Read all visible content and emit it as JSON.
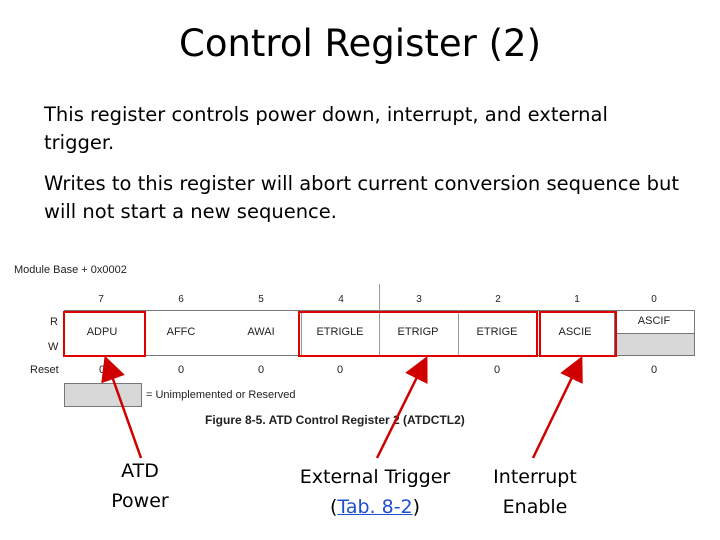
{
  "title": "Control Register (2)",
  "bullets": [
    "This register controls power down, interrupt, and external trigger.",
    "Writes to this register will abort current conversion sequence but will not start a new sequence."
  ],
  "figure": {
    "module_base": "Module Base + 0x0002",
    "bit_numbers": [
      "7",
      "6",
      "5",
      "4",
      "3",
      "2",
      "1",
      "0"
    ],
    "row_labels": {
      "read": "R",
      "write": "W",
      "reset": "Reset"
    },
    "bit_names": [
      "ADPU",
      "AFFC",
      "AWAI",
      "ETRIGLE",
      "ETRIGP",
      "ETRIGE",
      "ASCIE",
      "ASCIF"
    ],
    "reset_values": [
      "0",
      "0",
      "0",
      "0",
      "0",
      "0",
      "0",
      "0"
    ],
    "legend": "= Unimplemented or Reserved",
    "caption": "Figure 8-5. ATD Control Register 2 (ATDCTL2)"
  },
  "callouts": {
    "atd_power_line1": "ATD",
    "atd_power_line2": "Power",
    "external_trigger_line1": "External Trigger",
    "external_trigger_open": "(",
    "external_trigger_link": "Tab. 8-2",
    "external_trigger_close": ")",
    "interrupt_line1": "Interrupt",
    "interrupt_line2": "Enable"
  },
  "colors": {
    "highlight": "#e00000",
    "link": "#1f4fd1",
    "unimplemented": "#d8d8d8"
  }
}
